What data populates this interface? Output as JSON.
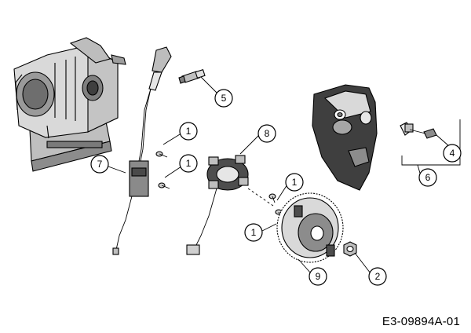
{
  "document_code": "E3-09894A-01",
  "callouts": {
    "c1a": "1",
    "c1b": "1",
    "c1c": "1",
    "c1d": "1",
    "c2": "2",
    "c4": "4",
    "c5": "5",
    "c6": "6",
    "c7": "7",
    "c8": "8",
    "c9": "9"
  },
  "colors": {
    "line": "#000000",
    "fill_light": "#d9d9d9",
    "fill_mid": "#a6a6a6",
    "fill_dark": "#404040",
    "background": "#ffffff"
  }
}
